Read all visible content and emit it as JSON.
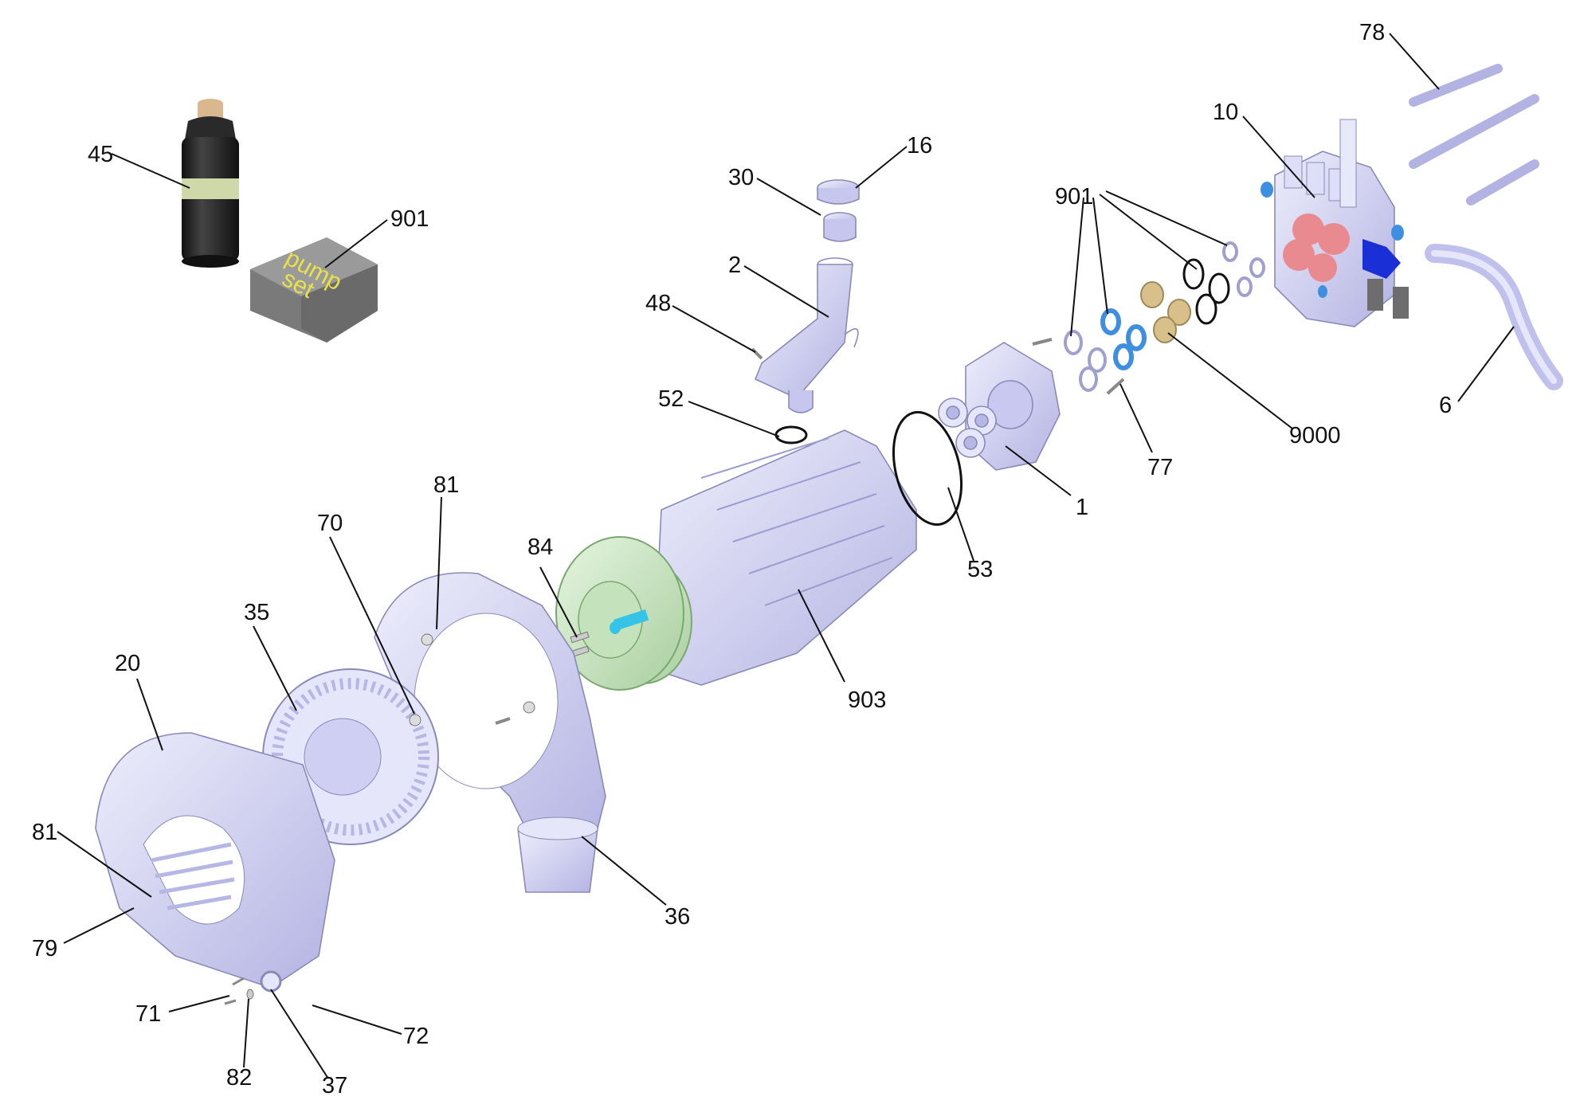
{
  "figure": {
    "kind": "exploded parts diagram"
  },
  "box_text": {
    "line1": "pump",
    "line2": "set"
  },
  "callouts": {
    "c45": "45",
    "c901a": "901",
    "c30": "30",
    "c16": "16",
    "c2": "2",
    "c48": "48",
    "c52": "52",
    "c901b": "901",
    "c10": "10",
    "c78": "78",
    "c6": "6",
    "c9000": "9000",
    "c77": "77",
    "c1": "1",
    "c53": "53",
    "c903": "903",
    "c84": "84",
    "c81a": "81",
    "c70": "70",
    "c35": "35",
    "c20": "20",
    "c81b": "81",
    "c79": "79",
    "c36": "36",
    "c71": "71",
    "c82": "82",
    "c37": "37",
    "c72": "72"
  },
  "colors": {
    "part_fill": "#d9d9f5",
    "part_shade": "#b7b7e6",
    "motor_green": "#cfe8c8",
    "shaft_cyan": "#35c4e8",
    "port_blue": "#3f8fe0",
    "valve_blue": "#1a2fd6",
    "cap_gray": "#6d6d6d",
    "bottle_black": "#1d1d1d",
    "bottle_label": "#cfd8a8",
    "cork": "#d9b88f",
    "box_gray": "#8c8c8c",
    "box_text": "#e8e24a",
    "bearing_gold": "#d9c08a",
    "seal_pink": "#e88a8f"
  },
  "icons": [
    "bottle-icon",
    "pump-set-box-icon"
  ]
}
